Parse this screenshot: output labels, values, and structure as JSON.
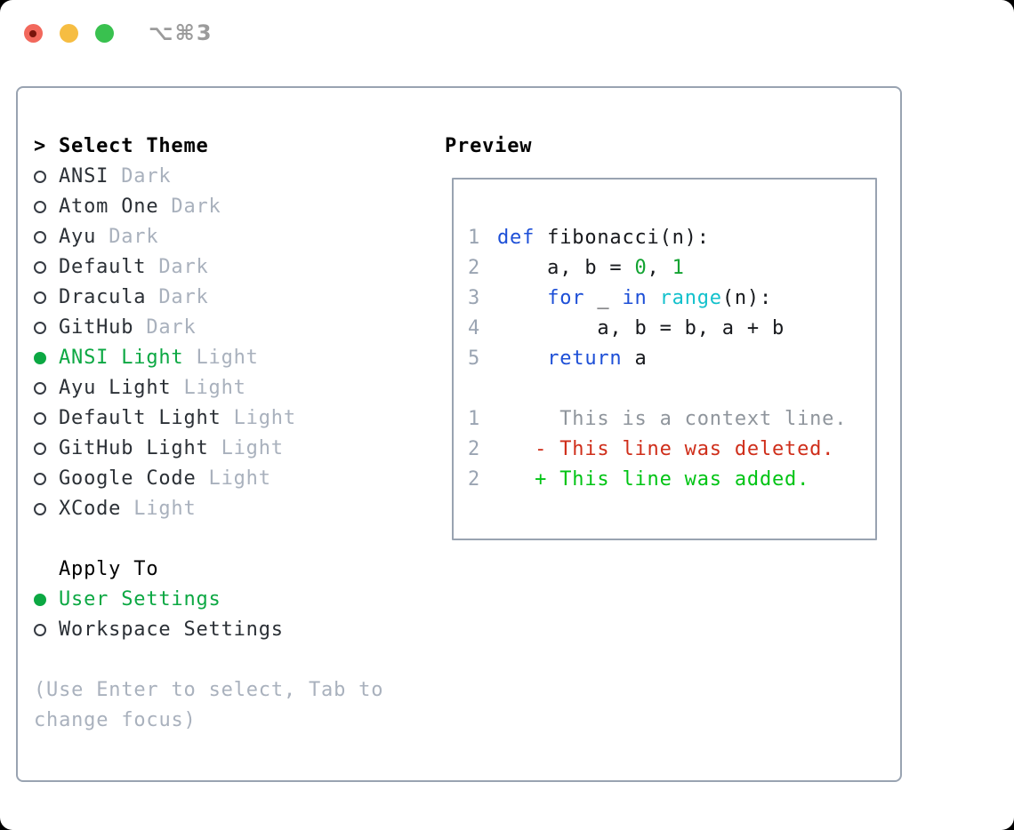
{
  "titlebar": {
    "shortcut": "⌥⌘3"
  },
  "theme_panel": {
    "prompt": ">",
    "header": "Select Theme",
    "items": [
      {
        "name": "ANSI",
        "variant": "Dark",
        "selected": false
      },
      {
        "name": "Atom One",
        "variant": "Dark",
        "selected": false
      },
      {
        "name": "Ayu",
        "variant": "Dark",
        "selected": false
      },
      {
        "name": "Default",
        "variant": "Dark",
        "selected": false
      },
      {
        "name": "Dracula",
        "variant": "Dark",
        "selected": false
      },
      {
        "name": "GitHub",
        "variant": "Dark",
        "selected": false
      },
      {
        "name": "ANSI Light",
        "variant": "Light",
        "selected": true
      },
      {
        "name": "Ayu Light",
        "variant": "Light",
        "selected": false
      },
      {
        "name": "Default Light",
        "variant": "Light",
        "selected": false
      },
      {
        "name": "GitHub Light",
        "variant": "Light",
        "selected": false
      },
      {
        "name": "Google Code",
        "variant": "Light",
        "selected": false
      },
      {
        "name": "XCode",
        "variant": "Light",
        "selected": false
      }
    ],
    "apply_to": {
      "header": "Apply To",
      "options": [
        {
          "label": "User Settings",
          "selected": true
        },
        {
          "label": "Workspace Settings",
          "selected": false
        }
      ]
    },
    "help_line1": "(Use Enter to select, Tab to",
    "help_line2": "change focus)"
  },
  "preview": {
    "header": "Preview",
    "lines": [
      {
        "num": "1",
        "segments": [
          {
            "t": "def",
            "c": "kw"
          },
          {
            "t": " fibonacci(n):",
            "c": "plain"
          }
        ]
      },
      {
        "num": "2",
        "segments": [
          {
            "t": "    a, b = ",
            "c": "plain"
          },
          {
            "t": "0",
            "c": "num"
          },
          {
            "t": ", ",
            "c": "plain"
          },
          {
            "t": "1",
            "c": "num"
          }
        ]
      },
      {
        "num": "3",
        "segments": [
          {
            "t": "    ",
            "c": "plain"
          },
          {
            "t": "for",
            "c": "kw"
          },
          {
            "t": " _ ",
            "c": "plain"
          },
          {
            "t": "in",
            "c": "kw"
          },
          {
            "t": " ",
            "c": "plain"
          },
          {
            "t": "range",
            "c": "builtin"
          },
          {
            "t": "(n):",
            "c": "plain"
          }
        ]
      },
      {
        "num": "4",
        "segments": [
          {
            "t": "        a, b = b, a + b",
            "c": "plain"
          }
        ]
      },
      {
        "num": "5",
        "segments": [
          {
            "t": "    ",
            "c": "plain"
          },
          {
            "t": "return",
            "c": "kw"
          },
          {
            "t": " a",
            "c": "plain"
          }
        ]
      },
      {
        "num": "",
        "segments": []
      },
      {
        "num": "1",
        "segments": [
          {
            "t": "     This is a context line.",
            "c": "ctx"
          }
        ]
      },
      {
        "num": "2",
        "segments": [
          {
            "t": "   - This line was deleted.",
            "c": "del"
          }
        ]
      },
      {
        "num": "2",
        "segments": [
          {
            "t": "   + This line was added.",
            "c": "add"
          }
        ]
      }
    ]
  },
  "colors": {
    "selected_green": "#0ca843",
    "keyword_blue": "#1d4fd7",
    "builtin_cyan": "#13c1cc",
    "number_green": "#12a331",
    "diff_deleted_red": "#cf2e1a",
    "diff_added_green": "#00c414",
    "muted_gray": "#a9b1bd",
    "border_gray": "#99a3b1",
    "traffic_red": "#f2685c",
    "traffic_yellow": "#f6bd42",
    "traffic_green": "#39c14f"
  }
}
